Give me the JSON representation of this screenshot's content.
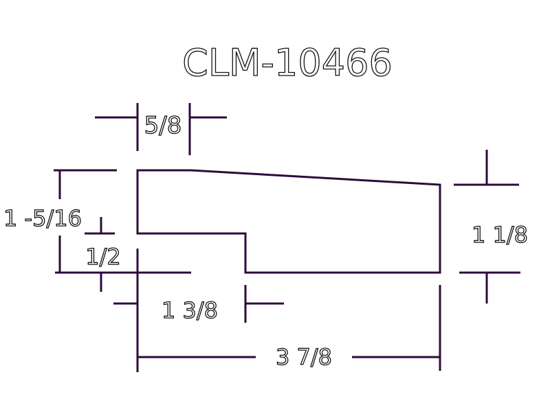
{
  "title": "CLM-10466",
  "line_color": "#2d0a3a",
  "dimensions": {
    "top_width": "5/8",
    "overall_height": "1 -5/16",
    "step_height": "1/2",
    "right_height": "1 1/8",
    "step_width": "1 3/8",
    "overall_width": "3 7/8"
  }
}
